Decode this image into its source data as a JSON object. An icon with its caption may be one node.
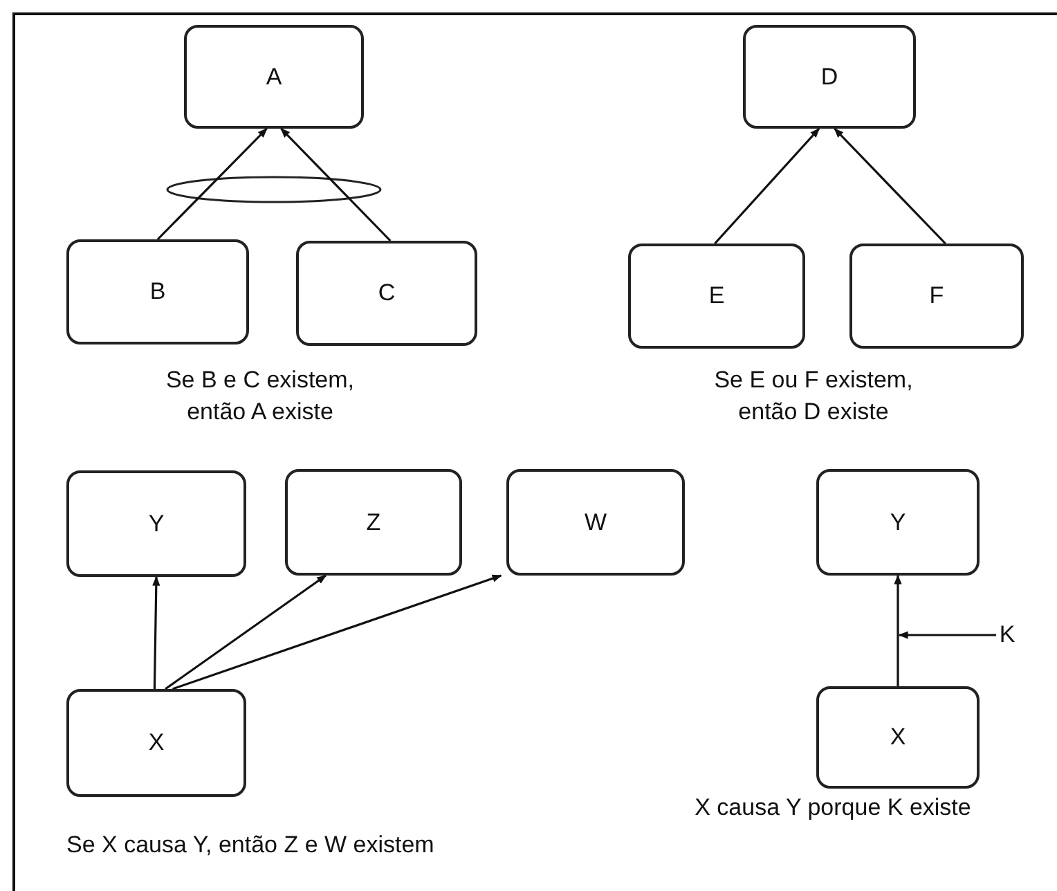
{
  "diagram": {
    "nodes": [
      {
        "text": [
          "A"
        ]
      },
      {
        "text": [
          "B"
        ]
      },
      {
        "text": [
          "C"
        ]
      },
      {
        "text": [
          "D"
        ]
      },
      {
        "text": [
          "E"
        ]
      },
      {
        "text": [
          "F"
        ]
      },
      {
        "text": [
          "Y"
        ]
      },
      {
        "text": [
          "Z"
        ]
      },
      {
        "text": [
          "W"
        ]
      },
      {
        "text": [
          "X"
        ]
      },
      {
        "text": [
          "Y"
        ]
      },
      {
        "text": [
          "X"
        ]
      },
      {
        "text": [
          "K"
        ]
      }
    ],
    "edges": [
      {
        "from": 1,
        "to": 0,
        "arrow": "to"
      },
      {
        "from": 2,
        "to": 0,
        "arrow": "to"
      },
      {
        "from": 4,
        "to": 3,
        "arrow": "to"
      },
      {
        "from": 5,
        "to": 3,
        "arrow": "to"
      },
      {
        "from": 9,
        "to": 6,
        "arrow": "to"
      },
      {
        "from": 9,
        "to": 7,
        "arrow": "to"
      },
      {
        "from": 9,
        "to": 8,
        "arrow": "to"
      },
      {
        "from": 11,
        "to": 10,
        "arrow": "to"
      },
      {
        "from": 12,
        "to": null,
        "arrow": "to"
      }
    ],
    "labels": [
      "Se B e C existem, então A existe",
      "Se E ou F existem, então D existe",
      "Se X causa Y, então Z e W existem",
      "X causa Y porque K existe"
    ]
  }
}
